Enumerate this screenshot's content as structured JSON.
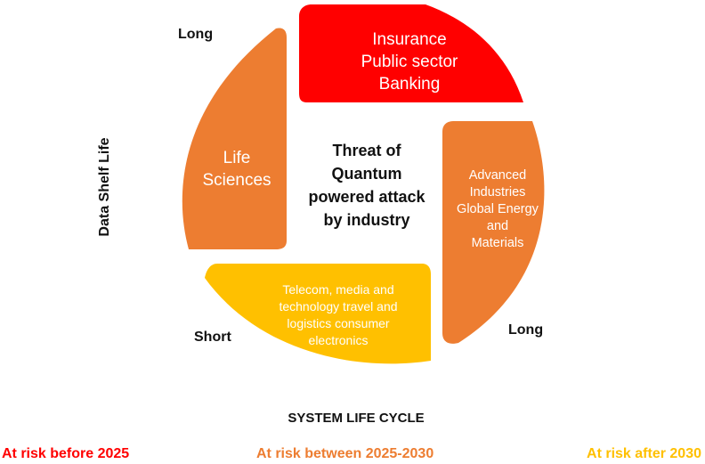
{
  "colors": {
    "red": "#ff0000",
    "orange": "#ed7d31",
    "yellow": "#ffc000"
  },
  "segments": {
    "red": [
      "Insurance",
      "Public sector",
      "Banking"
    ],
    "left": [
      "Life",
      "Sciences"
    ],
    "right": [
      "Advanced",
      "Industries",
      "Global Energy",
      "and",
      "Materials"
    ],
    "yellow": [
      "Telecom, media and",
      "technology travel and",
      "logistics consumer",
      "electronics"
    ]
  },
  "center": [
    "Threat of",
    "Quantum",
    "powered attack",
    "by industry"
  ],
  "axes": {
    "long_top": "Long",
    "short": "Short",
    "long_right": "Long",
    "x_label": "SYSTEM LIFE CYCLE",
    "y_label": "Data Shelf Life"
  },
  "legend": {
    "red": "At risk before 2025",
    "orange": "At risk between 2025-2030",
    "yellow": "At risk after 2030"
  }
}
